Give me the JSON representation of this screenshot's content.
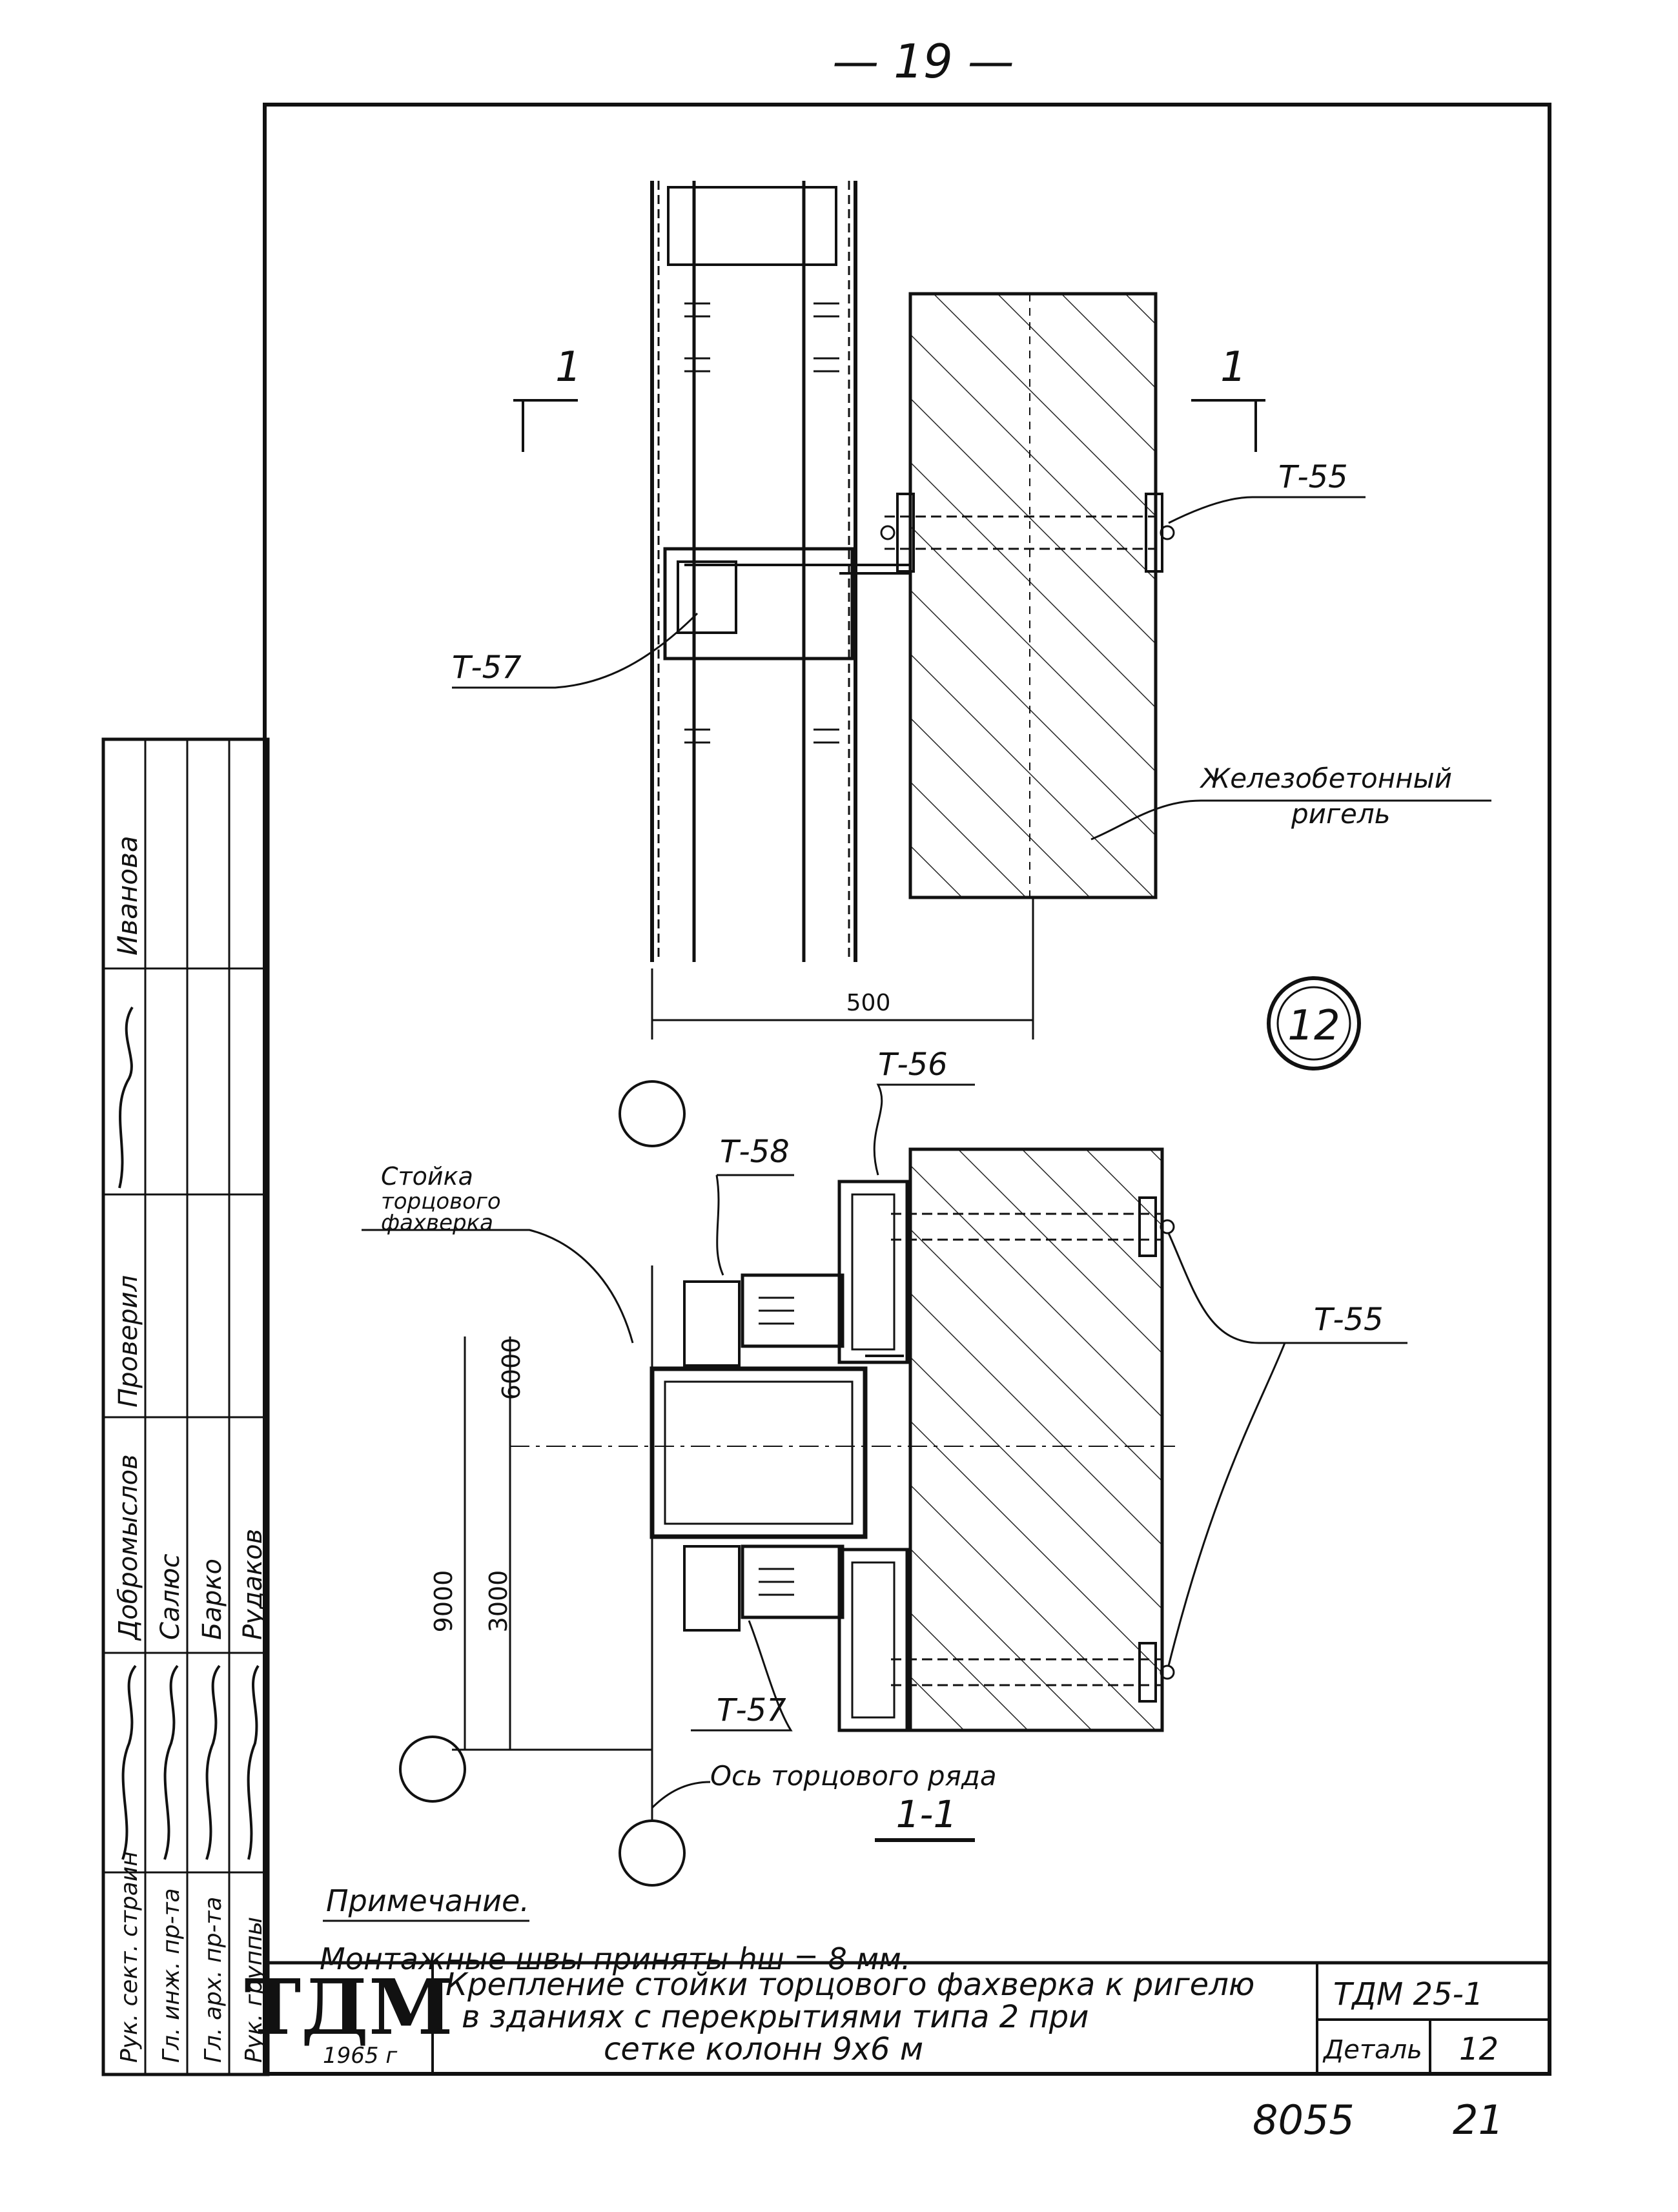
{
  "page_number": "— 19 —",
  "drawing": {
    "detail_number": "12",
    "section_marker": "1",
    "section_title": "1-1",
    "dim_500": "500",
    "dim_6000": "6000",
    "dim_9000": "9000",
    "dim_3000": "3000",
    "label_T55_top": "Т-55",
    "label_T57_top": "Т-57",
    "label_T56": "Т-56",
    "label_T58": "Т-58",
    "label_T55_bottom": "Т-55",
    "label_T57_bottom": "Т-57",
    "label_beam_line1": "Железобетонный",
    "label_beam_line2": "ригель",
    "label_post_line1": "Стойка",
    "label_post_line2": "торцового",
    "label_post_line3": "фахверка",
    "label_axis": "Ось торцового ряда"
  },
  "note": {
    "heading": "Примечание.",
    "text": "Монтажные швы приняты hш = 8 мм."
  },
  "title_block": {
    "logo": "ТДМ",
    "year": "1965 г",
    "title_line1": "Крепление стойки торцового фахверка к ригелю",
    "title_line2": "в зданиях с перекрытиями типа 2 при",
    "title_line3": "сетке колонн 9х6 м",
    "series_code": "ТДМ 25-1",
    "detail_label": "Деталь",
    "detail_value": "12"
  },
  "signature_block": {
    "roles": [
      "Рук. сект. страин",
      "Гл. инж. пр-та",
      "Гл. арх. пр-та",
      "Рук. группы"
    ],
    "names_col1": [
      "Добромыслов",
      "Салюс",
      "Барко",
      "Рудаков"
    ],
    "top_name": "Иванова",
    "checked_label": "Проверил"
  },
  "footer": {
    "archive_number": "8055",
    "sheet_number": "21"
  }
}
